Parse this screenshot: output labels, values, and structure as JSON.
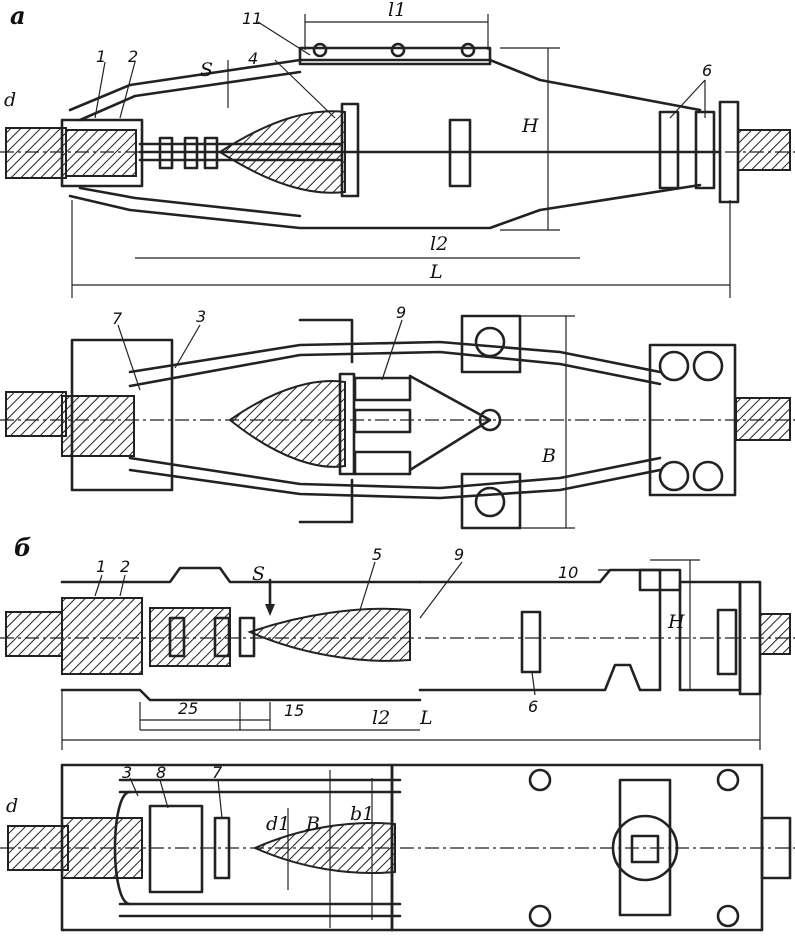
{
  "panels": {
    "a": "а",
    "b": "б"
  },
  "dims": {
    "l1": "l1",
    "l2": "l2",
    "L": "L",
    "H": "H",
    "S": "S",
    "d": "d",
    "B": "В",
    "d1": "d1",
    "b1": "b1",
    "dim25": "25",
    "dim15": "15"
  },
  "labels": {
    "n1": "1",
    "n2": "2",
    "n3": "3",
    "n4": "4",
    "n5": "5",
    "n6": "6",
    "n7": "7",
    "n8": "8",
    "n9": "9",
    "n10": "10",
    "n11": "11"
  }
}
